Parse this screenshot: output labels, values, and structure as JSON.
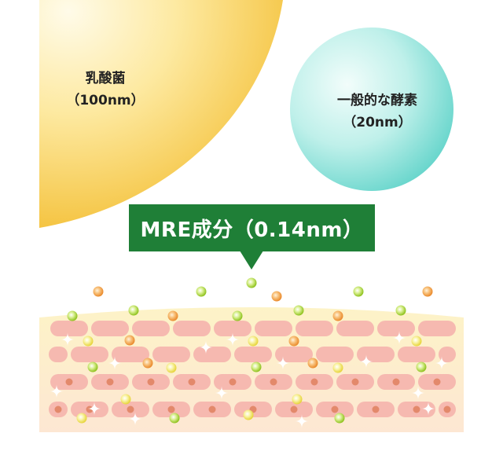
{
  "lactic_bacteria": {
    "name": "乳酸菌",
    "size": "（100nm）"
  },
  "enzyme": {
    "name": "一般的な酵素",
    "size": "（20nm）"
  },
  "mre": {
    "label": "MRE成分（0.14nm）"
  },
  "colors": {
    "callout": "#1f7f37",
    "lactic_bacteria": "#f5c33a",
    "enzyme": "#5fd3c9",
    "skin": "#fdeccf",
    "cell": "#f6b7ad",
    "nucleus": "#e58b6b",
    "particle_green": "#a9d23c",
    "particle_orange": "#f0a03a",
    "particle_yellow": "#f3e35a"
  }
}
